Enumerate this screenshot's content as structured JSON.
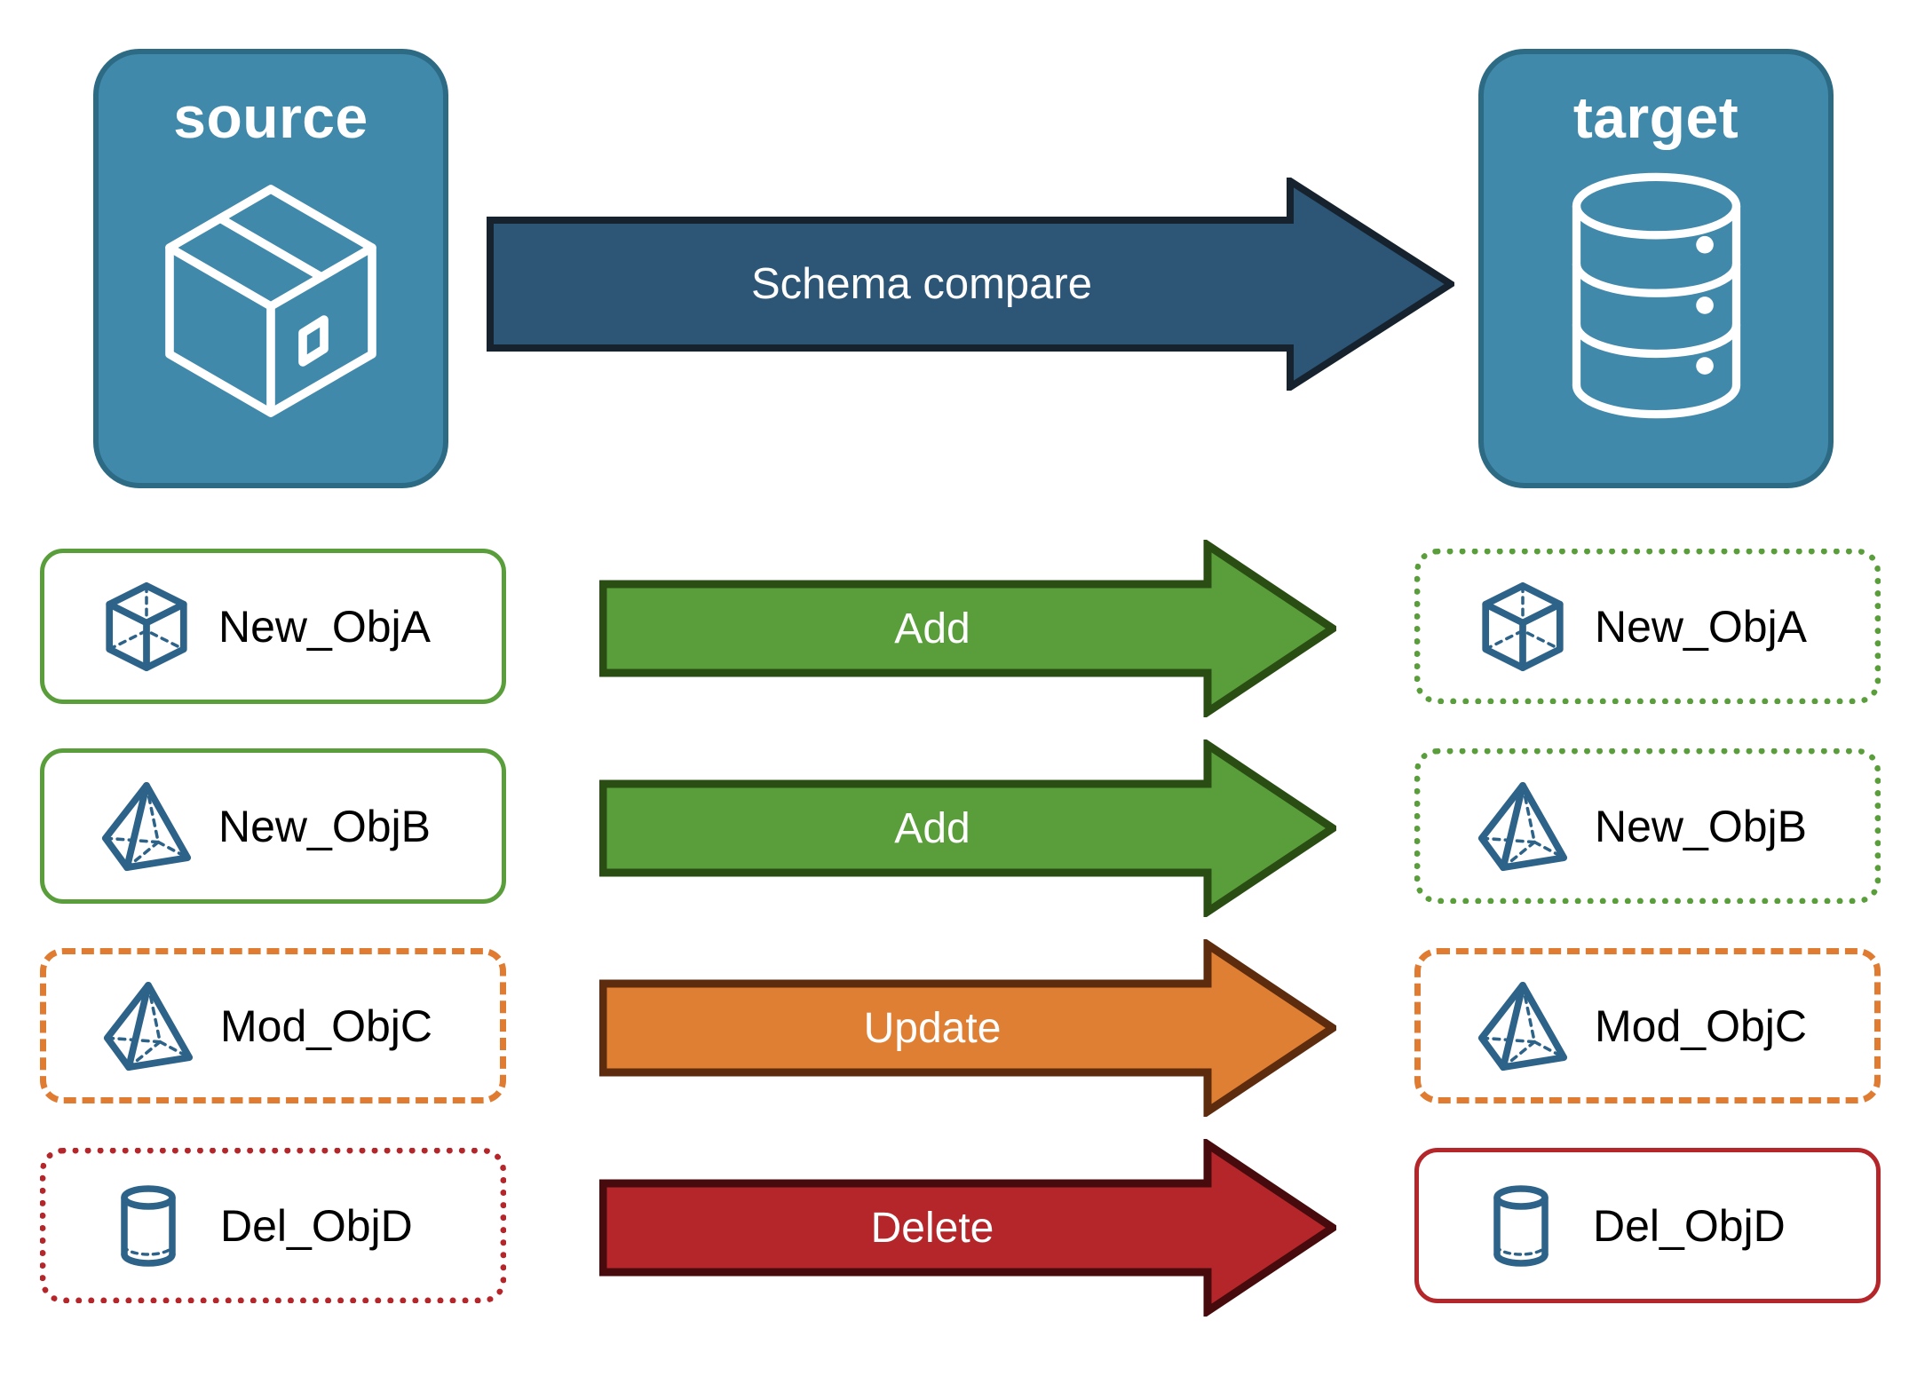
{
  "diagram": {
    "title": "Schema compare between source and target",
    "endpoints": [
      {
        "id": "source",
        "label": "source",
        "icon": "package-box-icon"
      },
      {
        "id": "target",
        "label": "target",
        "icon": "database-cylinder-icon"
      }
    ],
    "compare_arrow": {
      "label": "Schema compare",
      "fill": "#2c5576",
      "stroke": "#16232e"
    },
    "colors": {
      "endpoint_fill": "#4089ab",
      "endpoint_stroke": "#2d6a84",
      "object_icon": "#2e6389",
      "add": "#5a9e3c",
      "add_stroke": "#2a4d13",
      "update": "#de7f33",
      "update_stroke": "#5d2b0d",
      "delete": "#b4262a",
      "delete_stroke": "#470b0d",
      "text_dark": "#000000",
      "text_light": "#ffffff"
    },
    "rows": [
      {
        "action": "Add",
        "action_fill": "#5a9e3c",
        "action_stroke": "#2a4d13",
        "source": {
          "label": "New_ObjA",
          "icon": "wireframe-cube-icon",
          "border_style": "solid-green"
        },
        "target": {
          "label": "New_ObjA",
          "icon": "wireframe-cube-icon",
          "border_style": "dotted-green"
        }
      },
      {
        "action": "Add",
        "action_fill": "#5a9e3c",
        "action_stroke": "#2a4d13",
        "source": {
          "label": "New_ObjB",
          "icon": "wireframe-pyramid-icon",
          "border_style": "solid-green"
        },
        "target": {
          "label": "New_ObjB",
          "icon": "wireframe-pyramid-icon",
          "border_style": "dotted-green"
        }
      },
      {
        "action": "Update",
        "action_fill": "#de7f33",
        "action_stroke": "#5d2b0d",
        "source": {
          "label": "Mod_ObjC",
          "icon": "wireframe-pyramid-icon",
          "border_style": "dashed-orange"
        },
        "target": {
          "label": "Mod_ObjC",
          "icon": "wireframe-pyramid-icon",
          "border_style": "dashed-orange"
        }
      },
      {
        "action": "Delete",
        "action_fill": "#b4262a",
        "action_stroke": "#470b0d",
        "source": {
          "label": "Del_ObjD",
          "icon": "wireframe-cylinder-icon",
          "border_style": "dotted-red"
        },
        "target": {
          "label": "Del_ObjD",
          "icon": "wireframe-cylinder-icon",
          "border_style": "solid-red"
        }
      }
    ]
  }
}
